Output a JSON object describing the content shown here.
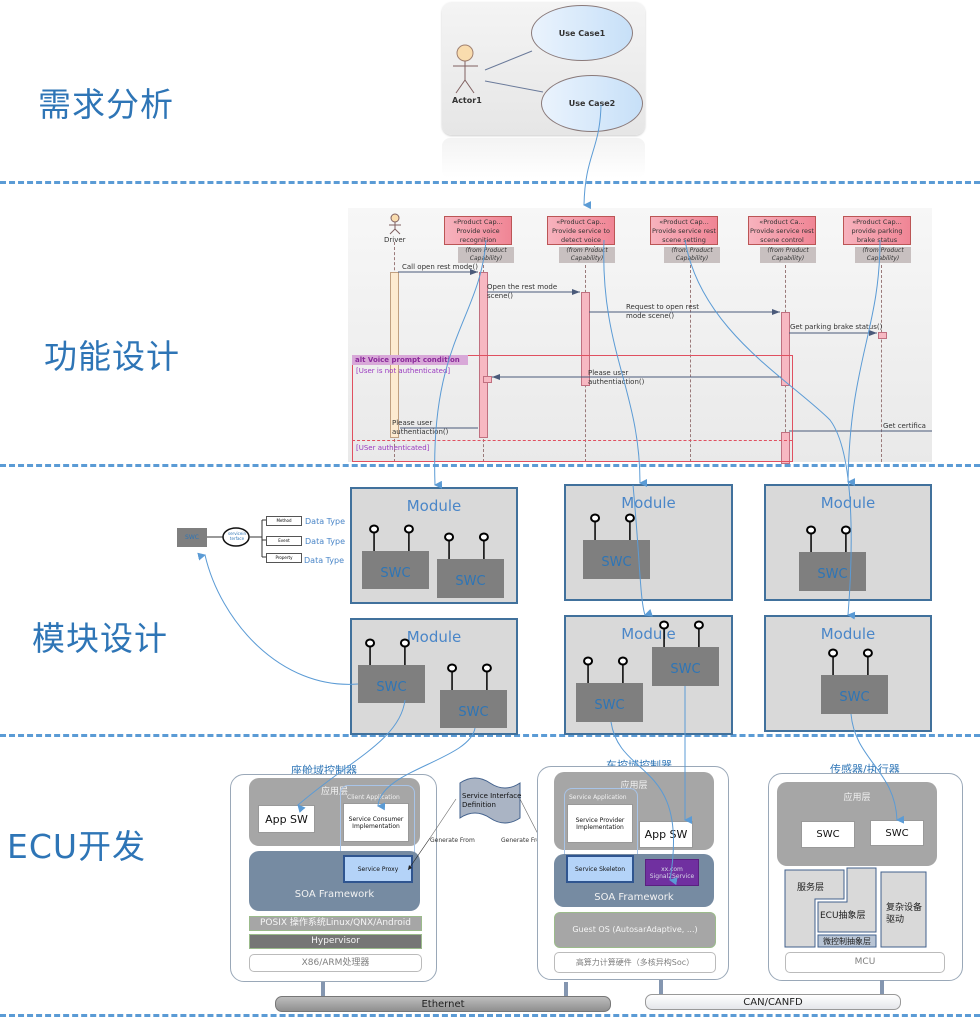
{
  "phases": [
    "需求分析",
    "功能设计",
    "模块设计",
    "ECU开发"
  ],
  "use_case": {
    "actor": "Actor1",
    "cases": [
      "Use Case1",
      "Use Case2"
    ]
  },
  "sequence": {
    "actor": "Driver",
    "stereotype_full": "«Product Cap...",
    "stereotype_short": "«Product Ca...",
    "from_line1": "(from Product",
    "from_line2": "Capability)",
    "lifelines": [
      {
        "name": "Provide voice recognition"
      },
      {
        "name": "Provide service to detect voice commands"
      },
      {
        "name": "Provide service rest scene setting"
      },
      {
        "name": "Provide service rest scene control"
      },
      {
        "name": "provide parking brake status"
      }
    ],
    "messages": [
      "Call open rest mode()",
      "Open the rest mode scene()",
      "Request to open rest mode scene()",
      "Get parking brake status()",
      "Please user authentiaction()",
      "Please user authentiaction()",
      "Get certifica"
    ],
    "alt_label": "alt Voice prompt condition",
    "guards": [
      "[User is not authenticated]",
      "[USer authenticated]"
    ]
  },
  "interface_detail": {
    "swc": "SWC",
    "interface": "servicein terface",
    "items": [
      {
        "label": "Method",
        "type": "Data Type"
      },
      {
        "label": "Event",
        "type": "Data Type"
      },
      {
        "label": "Property",
        "type": "Data Type"
      }
    ]
  },
  "modules": {
    "title": "Module",
    "swc": "SWC"
  },
  "ecu": {
    "cockpit": {
      "title": "座舱域控制器",
      "app_layer": "应用层",
      "app_sw": "App SW",
      "client_app": "Client Application",
      "consumer": "Service Consumer Implementation",
      "proxy": "Service Proxy",
      "soa": "SOA Framework",
      "os": "POSIX 操作系统Linux/QNX/Android",
      "hypervisor": "Hypervisor",
      "hw": "X86/ARM处理器"
    },
    "sid": {
      "label": "Service Interface Definition",
      "gen_left": "Generate From",
      "gen_right": "Generate From"
    },
    "vehicle": {
      "title": "车控域控制器",
      "app_layer": "应用层",
      "service_app": "Service Application",
      "provider": "Service Provider Implementation",
      "app_sw": "App SW",
      "skeleton": "Service Skeleton",
      "signal": "xx.com Signal2Service",
      "soa": "SOA Framework",
      "os": "Guest OS (AutosarAdaptive, ...)",
      "hw": "高算力计算硬件（多核异构Soc）"
    },
    "sensor": {
      "title": "传感器/执行器",
      "app_layer": "应用层",
      "swc1": "SWC",
      "swc2": "SWC",
      "service_layer": "服务层",
      "ecu_abs": "ECU抽象层",
      "mcal": "微控制抽象层",
      "cdd": "复杂设备驱动",
      "mcu": "MCU"
    }
  },
  "buses": [
    "Ethernet",
    "CAN/CANFD"
  ]
}
